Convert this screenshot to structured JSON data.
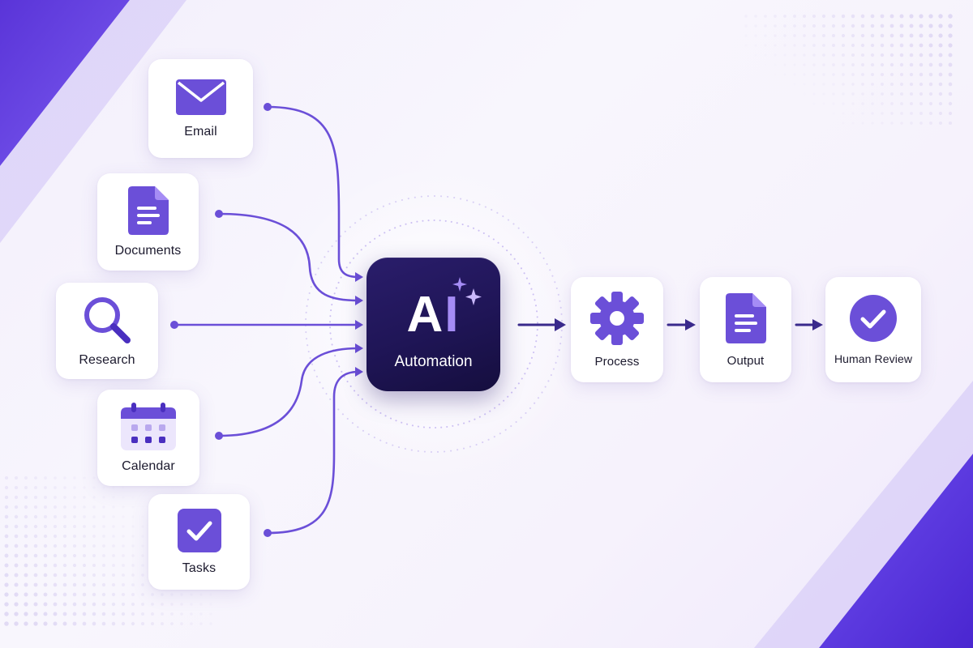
{
  "hub": {
    "title_main": "A",
    "title_accent": "I",
    "subtitle": "Automation"
  },
  "inputs": [
    {
      "label": "Email",
      "icon": "email-icon"
    },
    {
      "label": "Documents",
      "icon": "document-icon"
    },
    {
      "label": "Research",
      "icon": "search-icon"
    },
    {
      "label": "Calendar",
      "icon": "calendar-icon"
    },
    {
      "label": "Tasks",
      "icon": "checkbox-icon"
    }
  ],
  "pipeline": [
    {
      "label": "Process",
      "icon": "gear-icon"
    },
    {
      "label": "Output",
      "icon": "document-icon"
    },
    {
      "label": "Human Review",
      "icon": "check-circle-icon"
    }
  ],
  "colors": {
    "accent": "#6b4fd8",
    "accent_light": "#a58cf5",
    "hub_bg": "#1f1556",
    "connector": "#6b4fd8",
    "text": "#1c1a2e"
  }
}
